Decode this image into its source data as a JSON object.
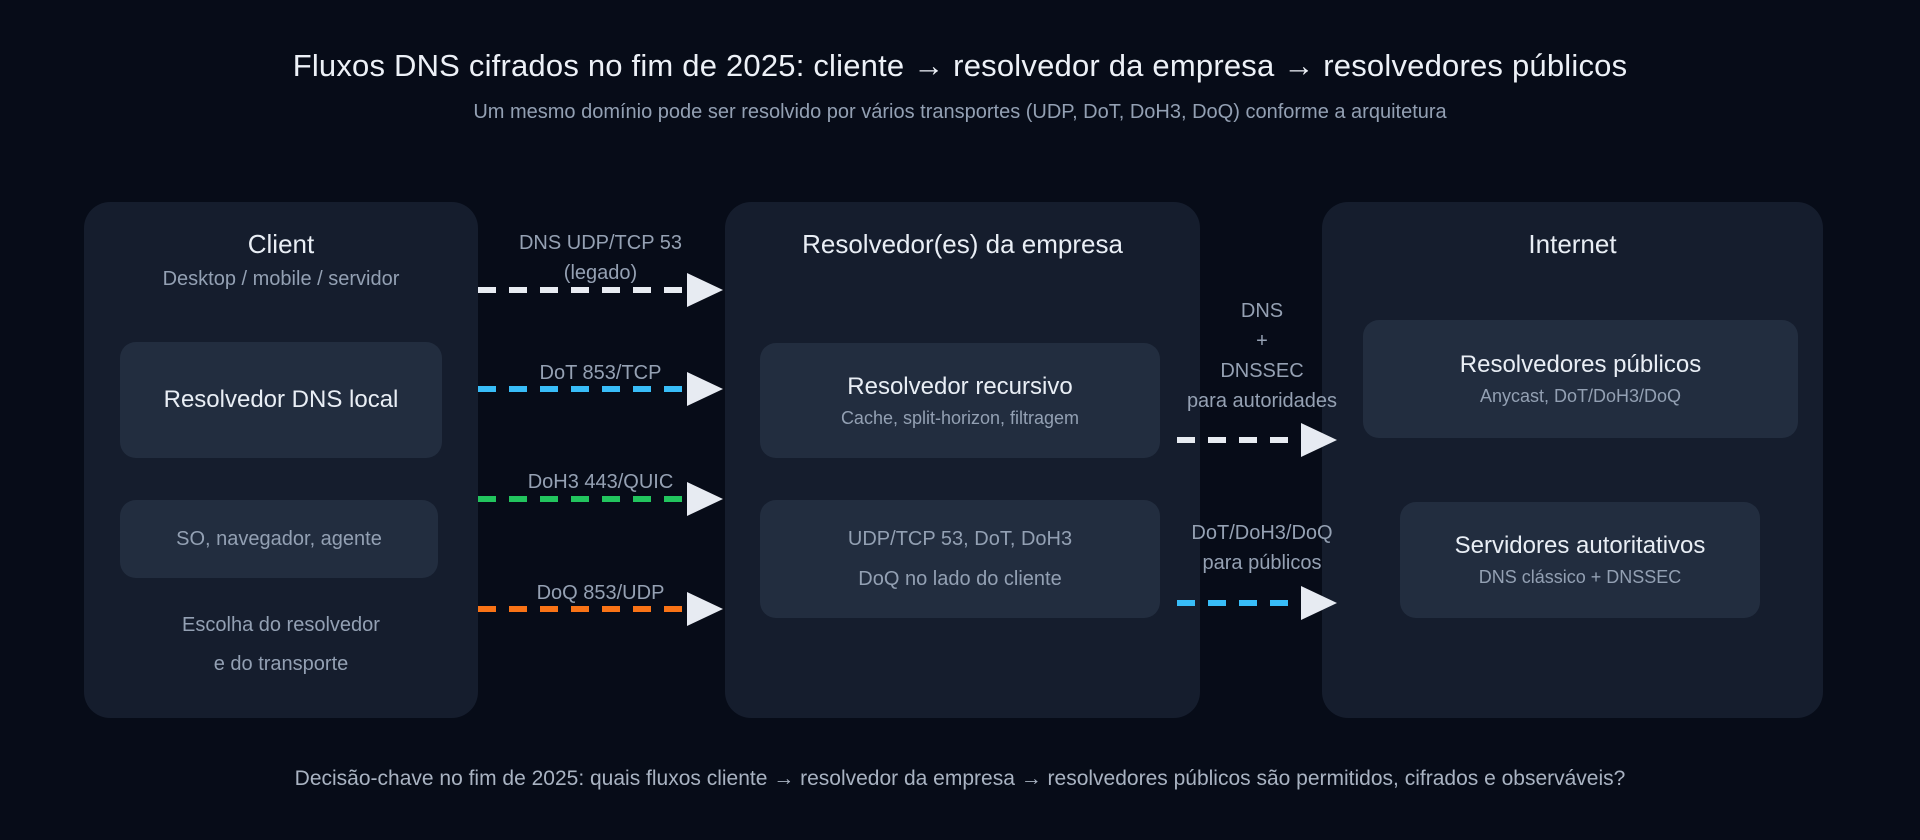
{
  "header": {
    "title": "Fluxos DNS cifrados no fim de 2025: cliente → resolvedor da empresa → resolvedores públicos",
    "subtitle": "Um mesmo domínio pode ser resolvido por vários transportes (UDP, DoT, DoH3, DoQ) conforme a arquitetura"
  },
  "columns": {
    "client": {
      "title": "Client",
      "subtitle": "Desktop / mobile / servidor",
      "local_resolver_box": "Resolvedor DNS local",
      "stack_box": "SO, navegador, agente",
      "note_line1": "Escolha do resolvedor",
      "note_line2": "e do transporte"
    },
    "enterprise": {
      "title": "Resolvedor(es) da empresa",
      "recursive_box_title": "Resolvedor recursivo",
      "recursive_box_subtitle": "Cache, split-horizon, filtragem",
      "transports_box_line1": "UDP/TCP 53, DoT, DoH3",
      "transports_box_line2": "DoQ no lado do cliente"
    },
    "internet": {
      "title": "Internet",
      "public_box_title": "Resolvedores públicos",
      "public_box_subtitle": "Anycast, DoT/DoH3/DoQ",
      "authoritative_box_title": "Servidores autoritativos",
      "authoritative_box_subtitle": "DNS clássico + DNSSEC"
    }
  },
  "flows_left": [
    {
      "label_line1": "DNS UDP/TCP 53",
      "label_line2": "(legado)",
      "color": "#e8ecf2"
    },
    {
      "label_line1": "DoT 853/TCP",
      "color": "#38bdf8"
    },
    {
      "label_line1": "DoH3 443/QUIC",
      "color": "#22c55e"
    },
    {
      "label_line1": "DoQ 853/UDP",
      "color": "#f97316"
    }
  ],
  "flows_right": [
    {
      "label_lines": [
        "DNS",
        "+",
        "DNSSEC",
        "para autoridades"
      ],
      "color": "#e8ecf2"
    },
    {
      "label_lines": [
        "DoT/DoH3/DoQ",
        "para públicos"
      ],
      "color": "#38bdf8"
    }
  ],
  "footer": {
    "caption": "Decisão-chave no fim de 2025: quais fluxos cliente → resolvedor da empresa → resolvedores públicos são permitidos, cifrados e observáveis?"
  },
  "colors": {
    "background": "#070c18",
    "panel": "#151d2d",
    "chip": "#222d3f",
    "text_primary": "#e9eef5",
    "text_muted": "#93a0b3",
    "flow_white": "#e8ecf2",
    "flow_blue": "#38bdf8",
    "flow_green": "#22c55e",
    "flow_orange": "#f97316",
    "arrowhead": "#e7ebf2"
  }
}
